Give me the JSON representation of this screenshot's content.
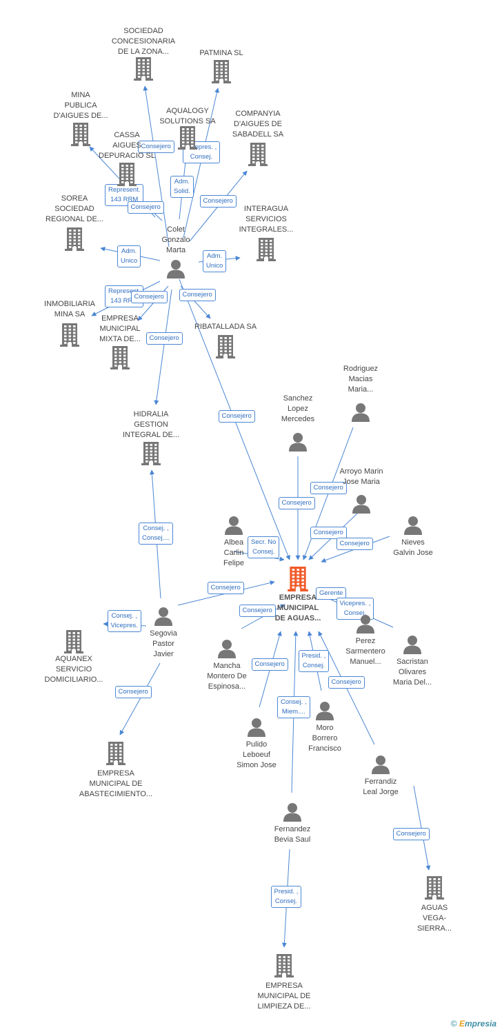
{
  "colors": {
    "accent": "#4a86d4",
    "icon_gray": "#777777",
    "main_company": "#f05a28"
  },
  "footer": {
    "copyright": "©",
    "brand_e": "E",
    "brand_rest": "mpresia"
  },
  "nodes": [
    {
      "id": "main",
      "type": "company",
      "main": true,
      "label": "EMPRESA\nMUNICIPAL\nDE AGUAS..."
    },
    {
      "id": "sociedad",
      "type": "company",
      "label": "SOCIEDAD\nCONCESIONARIA\nDE LA ZONA..."
    },
    {
      "id": "patmina",
      "type": "company",
      "label": "PATMINA  SL"
    },
    {
      "id": "mina",
      "type": "company",
      "label": "MINA\nPUBLICA\nD'AIGUES DE..."
    },
    {
      "id": "aqualogy",
      "type": "company",
      "label": "AQUALOGY\nSOLUTIONS SA"
    },
    {
      "id": "companyia",
      "type": "company",
      "label": "COMPANYIA\nD'AIGUES DE\nSABADELL SA"
    },
    {
      "id": "cassa",
      "type": "company",
      "label": "CASSA\nAIGUES\nDEPURACIO SL"
    },
    {
      "id": "sorea",
      "type": "company",
      "label": "SOREA\nSOCIEDAD\nREGIONAL DE..."
    },
    {
      "id": "interagua",
      "type": "company",
      "label": "INTERAGUA\nSERVICIOS\nINTEGRALES..."
    },
    {
      "id": "inmob",
      "type": "company",
      "label": "INMOBILIARIA\nMINA SA"
    },
    {
      "id": "emixta",
      "type": "company",
      "label": "EMPRESA\nMUNICIPAL\nMIXTA DE..."
    },
    {
      "id": "ribatallada",
      "type": "company",
      "label": "RIBATALLADA SA"
    },
    {
      "id": "hidralia",
      "type": "company",
      "label": "HIDRALIA\nGESTION\nINTEGRAL DE..."
    },
    {
      "id": "aquanex",
      "type": "company",
      "label": "AQUANEX\nSERVICIO\nDOMICILIARIO..."
    },
    {
      "id": "eabast",
      "type": "company",
      "label": "EMPRESA\nMUNICIPAL DE\nABASTECIMIENTO..."
    },
    {
      "id": "aguasvega",
      "type": "company",
      "label": "AGUAS\nVEGA-\nSIERRA..."
    },
    {
      "id": "elimpieza",
      "type": "company",
      "label": "EMPRESA\nMUNICIPAL DE\nLIMPIEZA DE..."
    },
    {
      "id": "colet",
      "type": "person",
      "label": "Colet\nGonzalo\nMarta"
    },
    {
      "id": "rodriguez",
      "type": "person",
      "label": "Rodriguez\nMacias\nMaria..."
    },
    {
      "id": "sanchez",
      "type": "person",
      "label": "Sanchez\nLopez\nMercedes"
    },
    {
      "id": "arroyo",
      "type": "person",
      "label": "Arroyo Marin\nJose Maria"
    },
    {
      "id": "albea",
      "type": "person",
      "label": "Albea\nCarlin\nFelipe"
    },
    {
      "id": "nieves",
      "type": "person",
      "label": "Nieves\nGalvin Jose"
    },
    {
      "id": "segovia",
      "type": "person",
      "label": "Segovia\nPastor\nJavier"
    },
    {
      "id": "mancha",
      "type": "person",
      "label": "Mancha\nMontero De\nEspinosa..."
    },
    {
      "id": "perez",
      "type": "person",
      "label": "Perez\nSarmentero\nManuel..."
    },
    {
      "id": "sacristan",
      "type": "person",
      "label": "Sacristan\nOlivares\nMaria Del..."
    },
    {
      "id": "pulido",
      "type": "person",
      "label": "Pulido\nLeboeuf\nSimon Jose"
    },
    {
      "id": "moro",
      "type": "person",
      "label": "Moro\nBorrero\nFrancisco"
    },
    {
      "id": "ferrandiz",
      "type": "person",
      "label": "Ferrandiz\nLeal Jorge"
    },
    {
      "id": "fernandez",
      "type": "person",
      "label": "Fernandez\nBevia Saul"
    }
  ],
  "edges": [
    {
      "from": "colet",
      "to": "sociedad",
      "label": "Consejero"
    },
    {
      "from": "colet",
      "to": "patmina",
      "label": "Vicepres. ,\nConsej."
    },
    {
      "from": "colet",
      "to": "mina",
      "label": "Represent.\n143 RRM"
    },
    {
      "from": "colet",
      "to": "aqualogy",
      "label": "Adm.\nSolid."
    },
    {
      "from": "colet",
      "to": "companyia",
      "label": "Consejero"
    },
    {
      "from": "colet",
      "to": "cassa",
      "label": "Consejero"
    },
    {
      "from": "colet",
      "to": "sorea",
      "label": "Adm.\nUnico"
    },
    {
      "from": "colet",
      "to": "interagua",
      "label": "Adm.\nUnico"
    },
    {
      "from": "colet",
      "to": "inmob",
      "label": "Represent.\n143 RRM"
    },
    {
      "from": "colet",
      "to": "emixta",
      "label": "Consejero"
    },
    {
      "from": "colet",
      "to": "ribatallada",
      "label": "Consejero"
    },
    {
      "from": "colet",
      "to": "hidralia",
      "label": "Consejero"
    },
    {
      "from": "colet",
      "to": "main",
      "label": "Consejero"
    },
    {
      "from": "sanchez",
      "to": "main",
      "label": "Consejero"
    },
    {
      "from": "rodriguez",
      "to": "main",
      "label": "Consejero"
    },
    {
      "from": "arroyo",
      "to": "main",
      "label": "Consejero"
    },
    {
      "from": "nieves",
      "to": "main",
      "label": "Consejero"
    },
    {
      "from": "albea",
      "to": "main",
      "label": "Secr.  No\nConsej."
    },
    {
      "from": "segovia",
      "to": "main",
      "label": "Consejero"
    },
    {
      "from": "segovia",
      "to": "hidralia",
      "label": "Consej. ,\nConsej...."
    },
    {
      "from": "segovia",
      "to": "aquanex",
      "label": "Consej. ,\nVicepres."
    },
    {
      "from": "segovia",
      "to": "eabast",
      "label": "Consejero"
    },
    {
      "from": "mancha",
      "to": "main",
      "label": "Consejero"
    },
    {
      "from": "perez",
      "to": "main",
      "label": "Gerente"
    },
    {
      "from": "sacristan",
      "to": "main",
      "label": "Vicepres. ,\nConsej."
    },
    {
      "from": "pulido",
      "to": "main",
      "label": "Consejero"
    },
    {
      "from": "moro",
      "to": "main",
      "label": "Presid. ,\nConsej."
    },
    {
      "from": "ferrandiz",
      "to": "main",
      "label": "Consejero"
    },
    {
      "from": "ferrandiz",
      "to": "aguasvega",
      "label": "Consej. ,\nMiem...."
    },
    {
      "from": "fernandez",
      "to": "main",
      "label": "Consejero"
    },
    {
      "from": "fernandez",
      "to": "elimpieza",
      "label": "Presid. ,\nConsej."
    }
  ]
}
